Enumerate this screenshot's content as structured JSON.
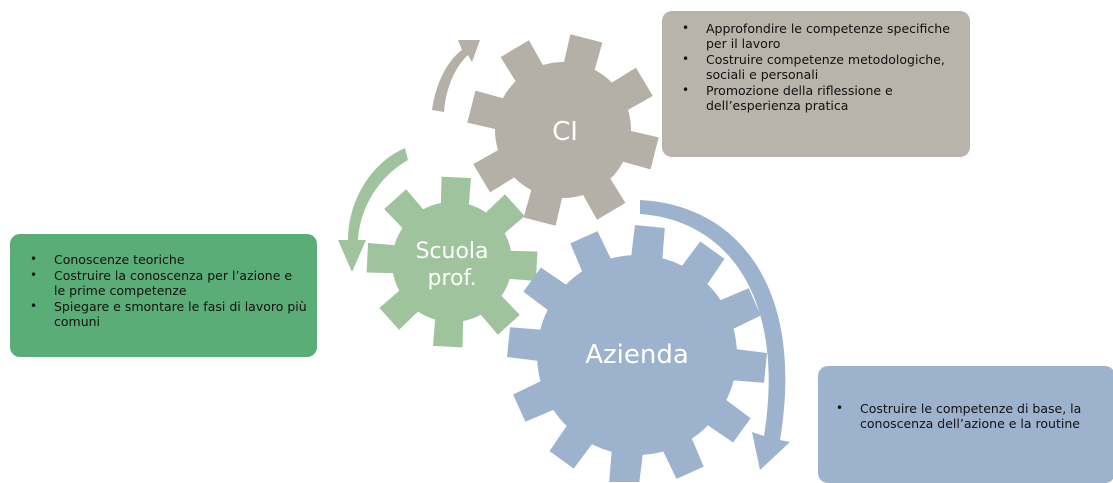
{
  "colors": {
    "gear_ci": "#b4afa7",
    "gear_scuola": "#9fc49d",
    "gear_azienda": "#9db3cd",
    "box_ci": "#b8b3ab",
    "box_scuola": "#5aad76",
    "box_azienda": "#9db3cd",
    "arrow_ci": "#b4afa7",
    "arrow_scuola": "#9fc49d",
    "arrow_azienda": "#9db3cd"
  },
  "gears": {
    "ci": {
      "label": "CI"
    },
    "scuola": {
      "line1": "Scuola",
      "line2": "prof."
    },
    "azienda": {
      "label": "Azienda"
    }
  },
  "boxes": {
    "ci": {
      "items": [
        "Approfondire le competenze specifiche  per il lavoro",
        "Costruire competenze metodologiche, sociali e personali",
        "Promozione della riflessione e dell’esperienza pratica"
      ]
    },
    "scuola": {
      "items": [
        "Conoscenze teoriche",
        "Costruire la conoscenza per l’azione e le prime competenze",
        "Spiegare e smontare le fasi di lavoro più comuni"
      ]
    },
    "azienda": {
      "items": [
        "Costruire le competenze di base, la conoscenza dell’azione e la routine"
      ]
    }
  }
}
